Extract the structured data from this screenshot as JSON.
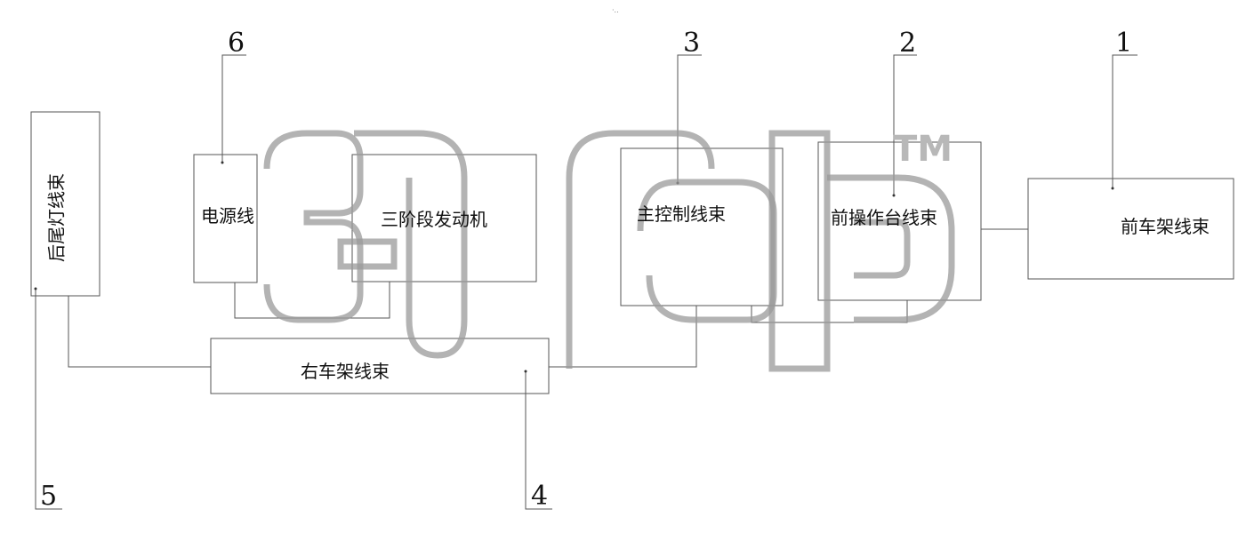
{
  "components": {
    "tail_light_harness": "后尾灯线束",
    "power_line": "电源线",
    "three_stage_engine": "三阶段发动机",
    "main_control_harness": "主控制线束",
    "front_console_harness": "前操作台线束",
    "front_frame_harness": "前车架线束",
    "right_frame_harness": "右车架线束"
  },
  "callouts": {
    "n1": "1",
    "n2": "2",
    "n3": "3",
    "n4": "4",
    "n5": "5",
    "n6": "6"
  },
  "watermark": {
    "brand": "ouqb",
    "tm": "TM"
  },
  "colors": {
    "line": "#555555",
    "text": "#111111",
    "watermark": "#9a9a9a"
  }
}
